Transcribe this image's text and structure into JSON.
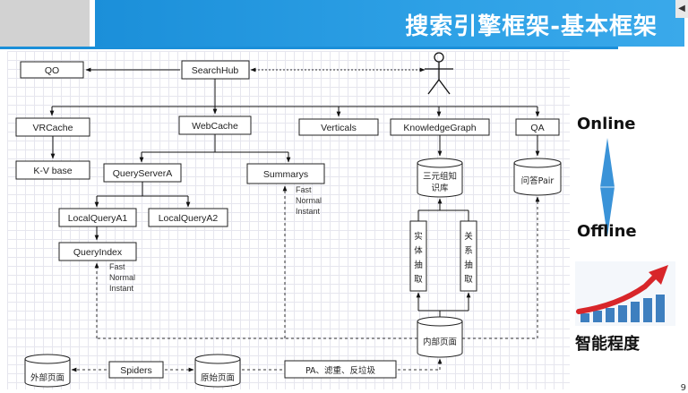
{
  "header": {
    "title": "搜索引擎框架-基本框架",
    "corner_tab": "◀"
  },
  "nodes": {
    "qo": "QO",
    "searchhub": "SearchHub",
    "vrcache": "VRCache",
    "webcache": "WebCache",
    "verticals": "Verticals",
    "knowledgegraph": "KnowledgeGraph",
    "qa": "QA",
    "kv_base": "K-V base",
    "queryservera": "QueryServerA",
    "summarys": "Summarys",
    "localquerya1": "LocalQueryA1",
    "localquerya2": "LocalQueryA2",
    "queryindex": "QueryIndex",
    "triple_store_line1": "三元组知",
    "triple_store_line2": "识库",
    "qa_pair": "问答Pair",
    "entity_extract": [
      "实",
      "体",
      "抽",
      "取"
    ],
    "relation_extract": [
      "关",
      "系",
      "抽",
      "取"
    ],
    "internal_page": "内部页面",
    "external_page": "外部页面",
    "spiders": "Spiders",
    "raw_page": "原始页面",
    "pa_filter": "PA、滤重、反垃圾"
  },
  "annotations": {
    "summarys_modes": [
      "Fast",
      "Normal",
      "Instant"
    ],
    "queryindex_modes": [
      "Fast",
      "Normal",
      "Instant"
    ]
  },
  "side": {
    "online": "Online",
    "offline": "Offline",
    "intelligence": "智能程度"
  },
  "colors": {
    "header_blue": "#1b8fd9",
    "arrow_blue": "#3a93d8",
    "growth_red": "#d8262a",
    "bar_blue": "#3e7fbf"
  },
  "page_number": "9"
}
